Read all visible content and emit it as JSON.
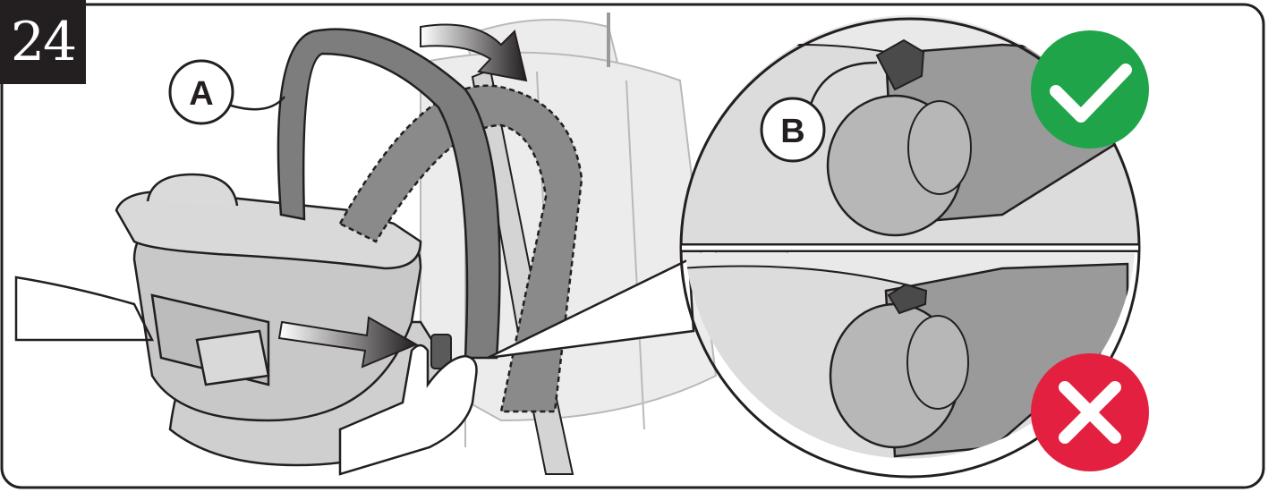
{
  "step": {
    "number": "24"
  },
  "callouts": {
    "handle": "A",
    "release_button": "B"
  },
  "indicators": {
    "correct": {
      "icon": "checkmark-icon",
      "color": "#1fa44a"
    },
    "incorrect": {
      "icon": "cross-icon",
      "color": "#e3203f"
    }
  },
  "colors": {
    "outline": "#231f20",
    "seat_fill": "#d9d9d9",
    "shell_fill": "#c8c8c8",
    "handle_fill": "#7d7d7d",
    "button_fill": "#5a5a5a"
  }
}
